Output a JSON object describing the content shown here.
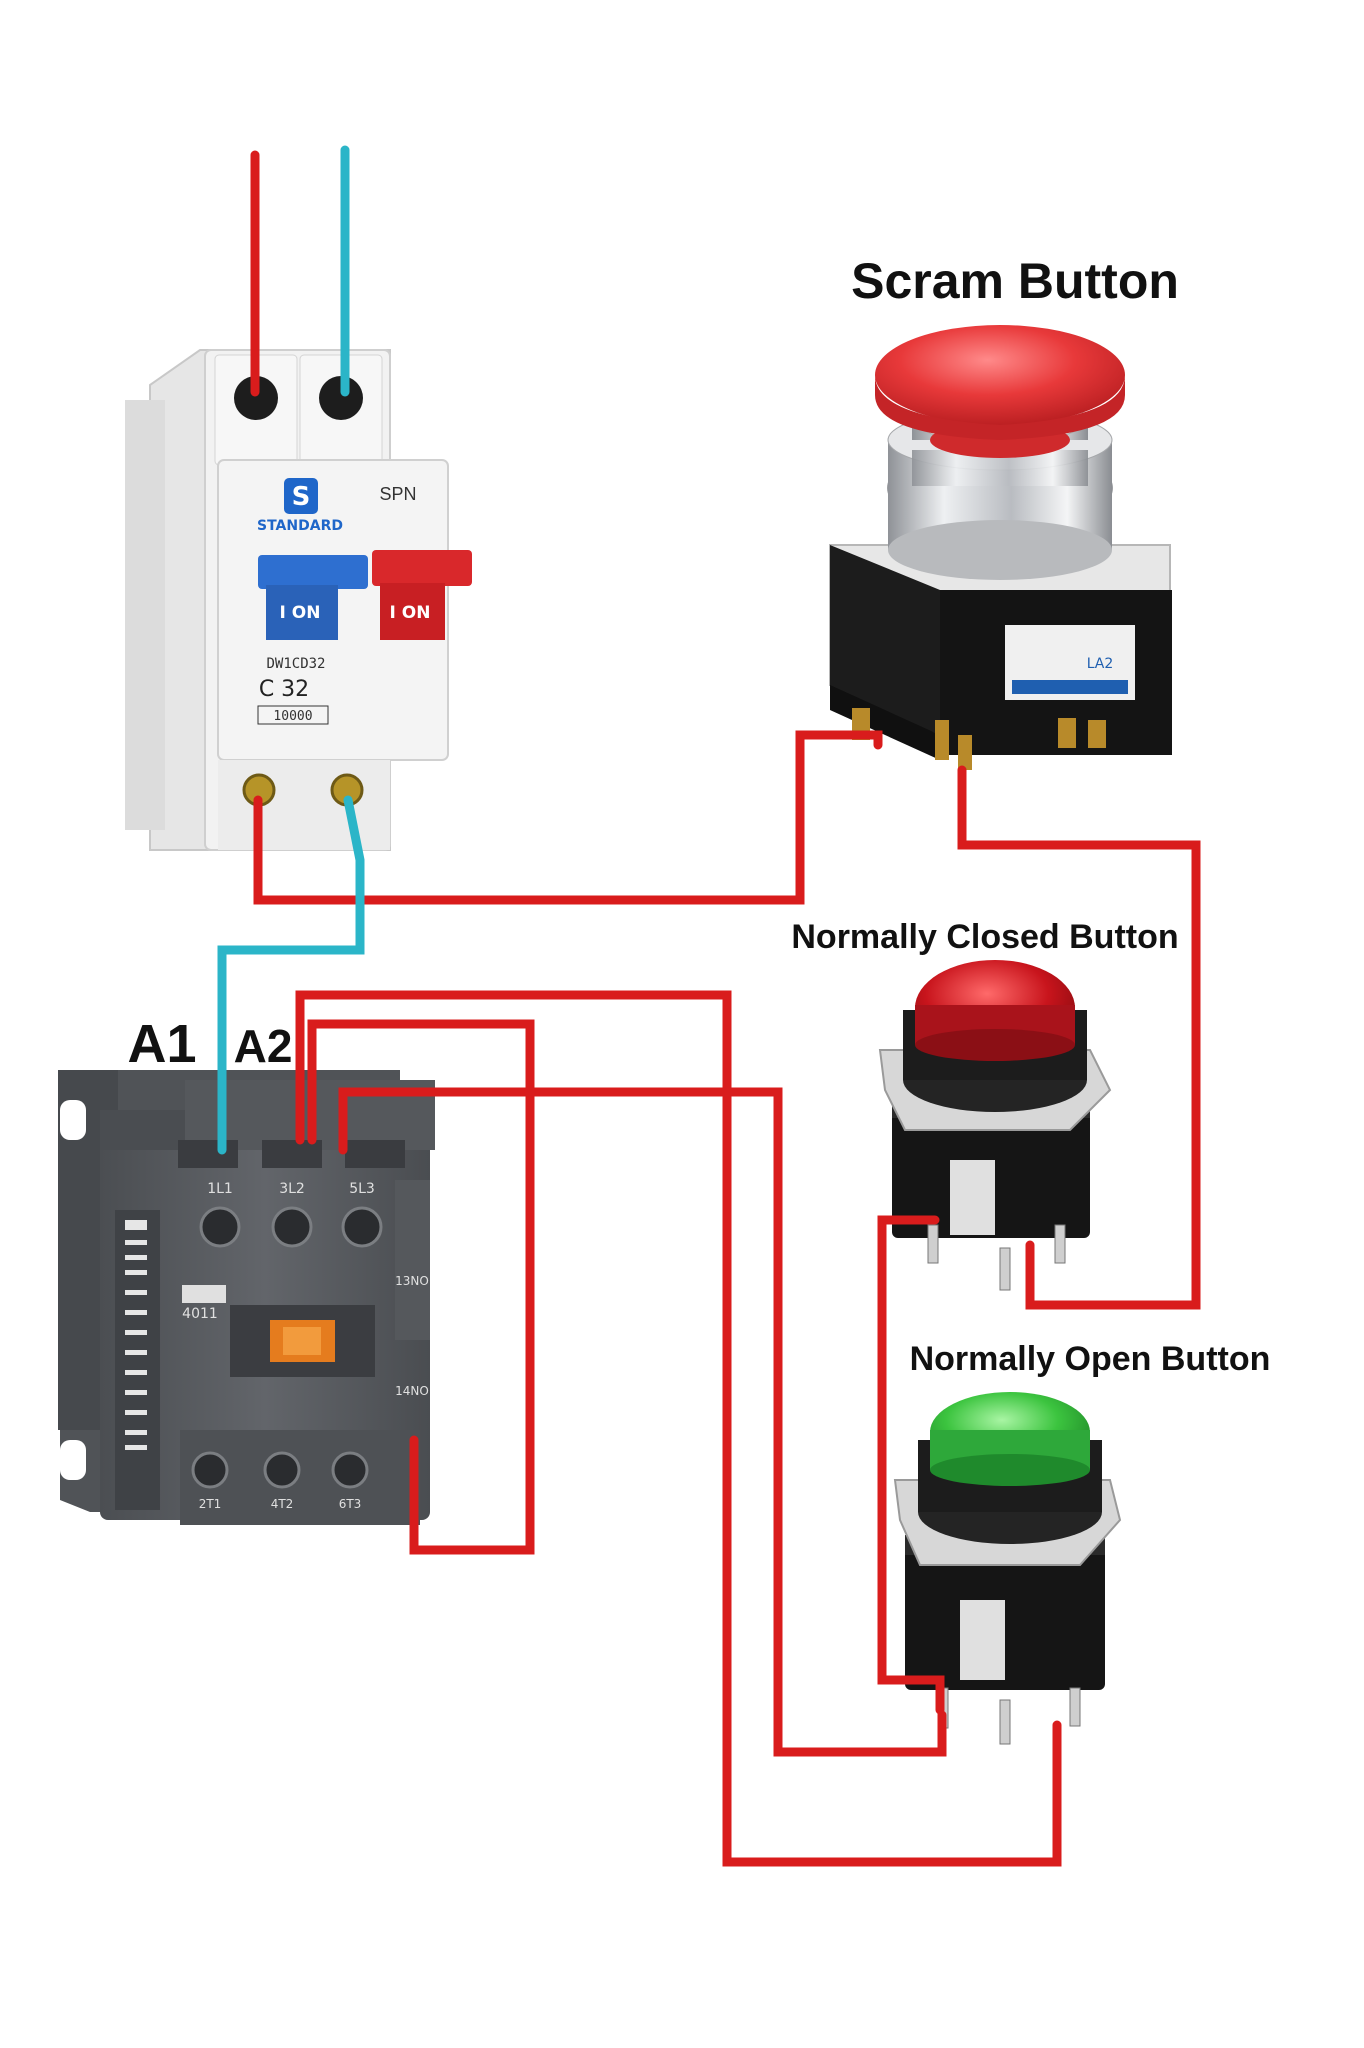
{
  "labels": {
    "scram_button": "Scram Button",
    "nc_button": "Normally Closed Button",
    "no_button": "Normally Open Button",
    "a1": "A1",
    "a2": "A2"
  },
  "breaker": {
    "brand": "STANDARD",
    "pole_type": "SPN",
    "on_blue": "I ON",
    "on_red": "I ON",
    "rating": "C 32",
    "model": "DW1CD32",
    "capacity": "10000"
  },
  "contactor": {
    "top_terminals": [
      "1L1",
      "3L2",
      "5L3"
    ],
    "bottom_terminals": [
      "2T1",
      "4T2",
      "6T3"
    ],
    "model": "4011",
    "aux_top": "13NO",
    "aux_bottom": "14NO"
  },
  "scram": {
    "plate_code": "LA2"
  },
  "colors": {
    "wire_red": "#d91c1c",
    "wire_cyan": "#2bb5c8",
    "scram_cap": "#e8393a",
    "nc_cap": "#b5121b",
    "no_cap": "#2fb83a",
    "contactor_body": "#5a5d61",
    "breaker_body": "#eeeeee"
  }
}
